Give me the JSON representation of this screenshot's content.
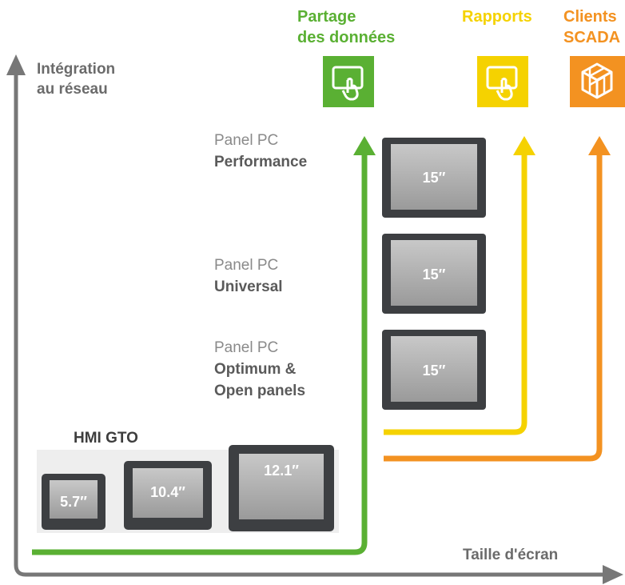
{
  "axes": {
    "y_label_line1": "Intégration",
    "y_label_line2": "au réseau",
    "x_label": "Taille d'écran"
  },
  "categories": [
    {
      "line1": "Partage",
      "line2": "des données",
      "color": "#5ab033",
      "icon": "touch-screen-icon"
    },
    {
      "line1": "Rapports",
      "line2": "",
      "color": "#f5d200",
      "icon": "touch-screen-icon"
    },
    {
      "line1": "Clients",
      "line2": "SCADA",
      "color": "#f39221",
      "icon": "cube-network-icon"
    }
  ],
  "panels": [
    {
      "line1": "Panel PC",
      "line2": "Performance",
      "line3": "",
      "size": "15″"
    },
    {
      "line1": "Panel PC",
      "line2": "Universal",
      "line3": "",
      "size": "15″"
    },
    {
      "line1": "Panel PC",
      "line2": "Optimum &",
      "line3": "Open panels",
      "size": "15″"
    }
  ],
  "hmi": {
    "title": "HMI GTO",
    "sizes": [
      "5.7″",
      "10.4″",
      "12.1″"
    ]
  }
}
